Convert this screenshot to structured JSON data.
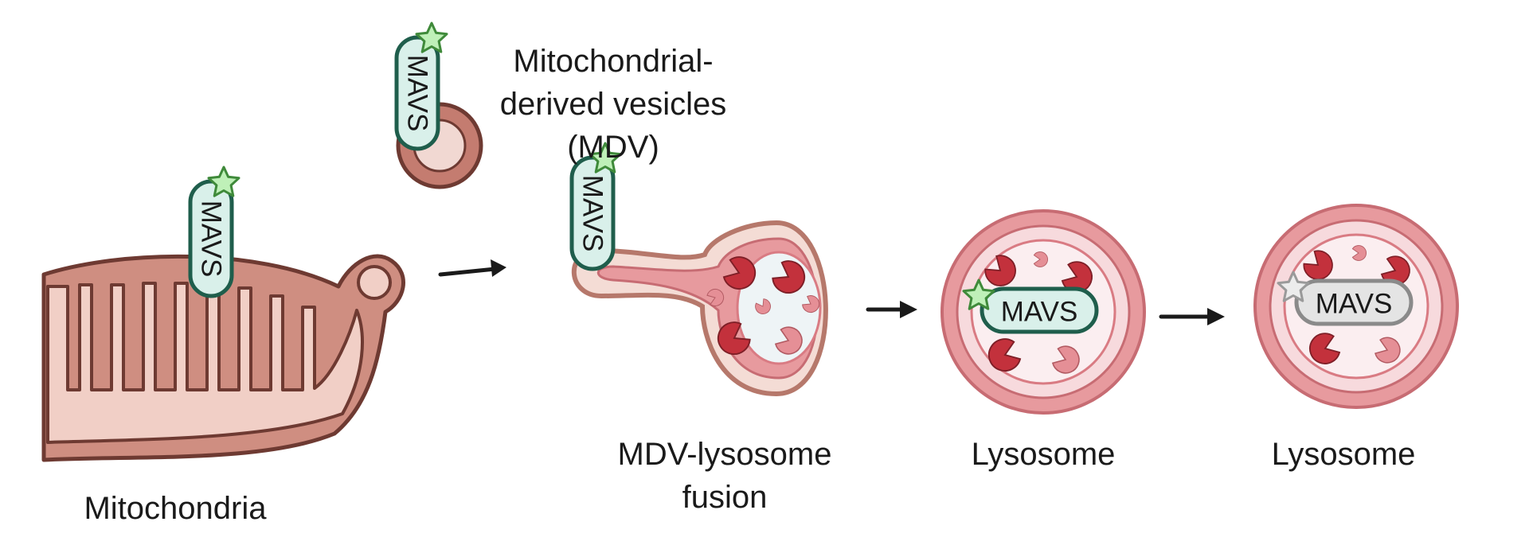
{
  "protein": {
    "label": "MAVS"
  },
  "labels": {
    "mitochondria": "Mitochondria",
    "mdv": [
      "Mitochondrial-",
      "derived vesicles",
      "(MDV)"
    ],
    "fusion": [
      "MDV-lysosome",
      "fusion"
    ],
    "lysosome_1": "Lysosome",
    "lysosome_2": "Lysosome"
  },
  "colors": {
    "mito_fill": "#f1cfc6",
    "mito_stroke": "#6e3a32",
    "mito_outer": "#cf8e81",
    "mavs_fill": "#d9f0ea",
    "mavs_stroke": "#1f5e4c",
    "star_fill": "#bff0b8",
    "star_stroke": "#3f8a3a",
    "lyso_ring": "#e79a9e",
    "lyso_inner": "#f7dadd",
    "lyso_lumen": "#fbeef0",
    "pac_dark": "#c3313c",
    "pac_light": "#e58f96",
    "degraded_fill": "#e4e4e4",
    "degraded_stroke": "#8a8a8a",
    "arrow": "#1a1a1a"
  }
}
